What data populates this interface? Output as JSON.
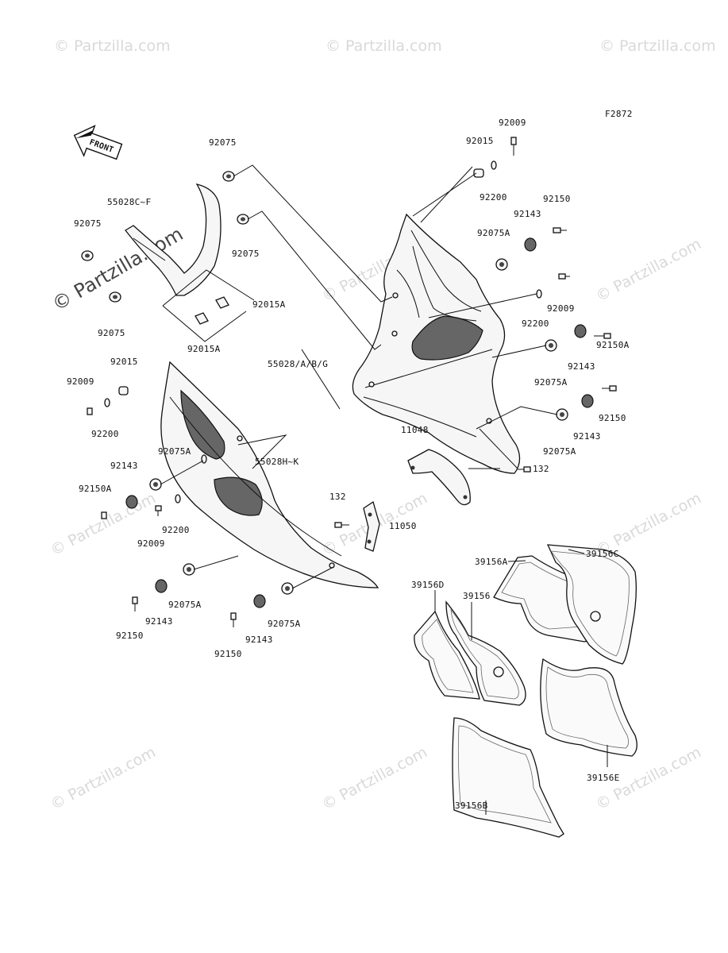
{
  "figure_code": "F2872",
  "front_label": "FRONT",
  "watermark": "© Partzilla.com",
  "labels": {
    "l_92009_a": "92009",
    "l_92015_a": "92015",
    "l_92200_a": "92200",
    "l_92150_a": "92150",
    "l_92143_a": "92143",
    "l_92075A_a": "92075A",
    "l_92009_b": "92009",
    "l_92200_b": "92200",
    "l_92150A_a": "92150A",
    "l_92143_b": "92143",
    "l_92075A_b": "92075A",
    "l_92150_b": "92150",
    "l_92143_c": "92143",
    "l_92075A_c": "92075A",
    "l_11048": "11048",
    "l_132_a": "132",
    "l_92075_a": "92075",
    "l_55028CF": "55028C~F",
    "l_92075_b": "92075",
    "l_92075_c": "92075",
    "l_92075_d": "92075",
    "l_92015A_a": "92015A",
    "l_92015A_b": "92015A",
    "l_55028ABG": "55028/A/B/G",
    "l_92015_b": "92015",
    "l_92009_c": "92009",
    "l_92200_c": "92200",
    "l_92075A_d": "92075A",
    "l_55028HK": "55028H~K",
    "l_92143_d": "92143",
    "l_92150A_b": "92150A",
    "l_92200_d": "92200",
    "l_92009_d": "92009",
    "l_132_b": "132",
    "l_11050": "11050",
    "l_92075A_e": "92075A",
    "l_92143_e": "92143",
    "l_92150_c": "92150",
    "l_92143_f": "92143",
    "l_92075A_f": "92075A",
    "l_92150_d": "92150",
    "l_39156A": "39156A",
    "l_39156C": "39156C",
    "l_39156D": "39156D",
    "l_39156": "39156",
    "l_39156E": "39156E",
    "l_39156B": "39156B"
  }
}
